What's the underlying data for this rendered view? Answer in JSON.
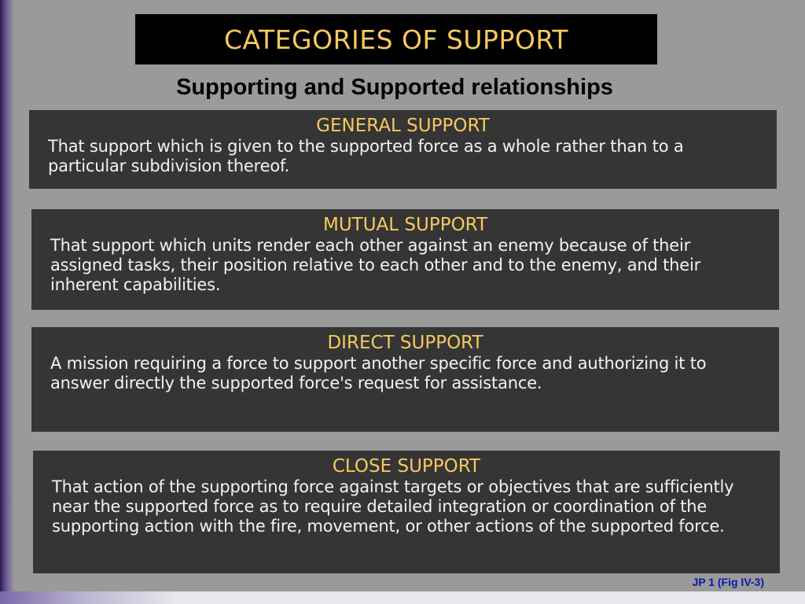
{
  "slide": {
    "title": "CATEGORIES OF SUPPORT",
    "subtitle": "Supporting and Supported relationships",
    "citation": "JP 1 (Fig IV-3)"
  },
  "categories": [
    {
      "heading": "GENERAL SUPPORT",
      "definition": "That support which is given to the supported force as a whole rather than to a particular subdivision thereof."
    },
    {
      "heading": "MUTUAL SUPPORT",
      "definition": "That support which units render each other against an enemy because of their assigned tasks, their position relative to each other and to the enemy, and their inherent capabilities."
    },
    {
      "heading": "DIRECT SUPPORT",
      "definition": "A mission requiring a force to support another specific force and authorizing it to answer directly the supported force's request for assistance."
    },
    {
      "heading": "CLOSE SUPPORT",
      "definition": "That action of the supporting force against targets or objectives that are sufficiently near the supported force as to require detailed integration or coordination of the supporting action with the fire, movement, or other actions of the supported force."
    }
  ],
  "colors": {
    "background": "#9a9a9a",
    "banner": "#000000",
    "heading_gold": "#f7c95e",
    "card": "#353535",
    "body_text": "#f3f3f3",
    "citation_blue": "#0b1aa8"
  }
}
